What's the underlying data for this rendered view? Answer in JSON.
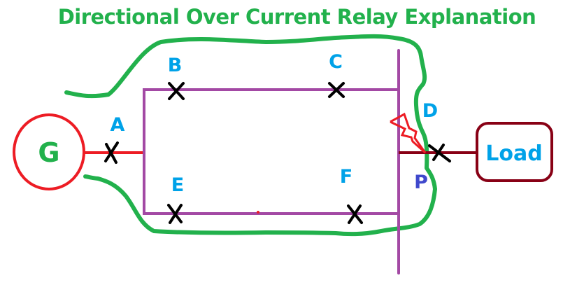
{
  "title": "Directional Over Current Relay Explanation",
  "generator": {
    "label": "G"
  },
  "load": {
    "label": "Load"
  },
  "breakers": [
    {
      "id": "A",
      "label": "A"
    },
    {
      "id": "B",
      "label": "B"
    },
    {
      "id": "C",
      "label": "C"
    },
    {
      "id": "D",
      "label": "D"
    },
    {
      "id": "E",
      "label": "E"
    },
    {
      "id": "F",
      "label": "F"
    }
  ],
  "fault_point": {
    "label": "P"
  },
  "colors": {
    "title": "#22b14c",
    "generator": "#ed1c24",
    "generator_label": "#22b14c",
    "bus": "#a349a4",
    "breaker_label": "#00a2e8",
    "fault_label": "#3f48cc",
    "load": "#880015",
    "load_label": "#00a2e8",
    "fault": "#ed1c24",
    "zone": "#22b14c",
    "breaker_mark": "#000000"
  }
}
